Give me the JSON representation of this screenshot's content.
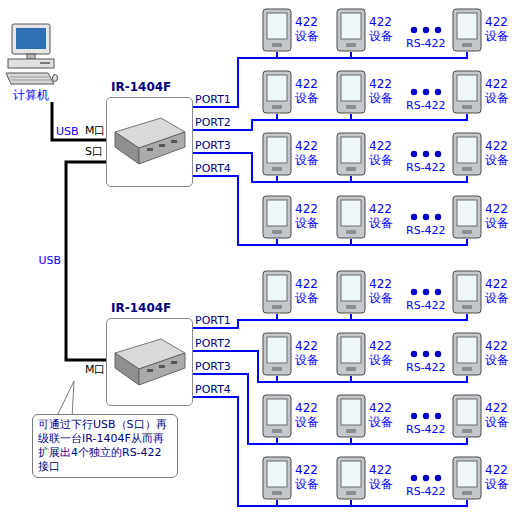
{
  "diagram": {
    "nodes": [
      {
        "text": [
          "计算机"
        ]
      },
      {
        "text": [
          "IR-1404F"
        ]
      },
      {
        "text": [
          "422 设备"
        ]
      },
      {
        "text": [
          "422 设备"
        ]
      },
      {
        "text": [
          "422 设备"
        ]
      },
      {
        "text": [
          "422 设备"
        ]
      },
      {
        "text": [
          "422 设备"
        ]
      },
      {
        "text": [
          "422 设备"
        ]
      },
      {
        "text": [
          "422 设备"
        ]
      },
      {
        "text": [
          "422 设备"
        ]
      },
      {
        "text": [
          "422 设备"
        ]
      },
      {
        "text": [
          "422 设备"
        ]
      },
      {
        "text": [
          "422 设备"
        ]
      },
      {
        "text": [
          "422 设备"
        ]
      },
      {
        "text": [
          "IR-1404F"
        ]
      },
      {
        "text": [
          "422 设备"
        ]
      },
      {
        "text": [
          "422 设备"
        ]
      },
      {
        "text": [
          "422 设备"
        ]
      },
      {
        "text": [
          "422 设备"
        ]
      },
      {
        "text": [
          "422 设备"
        ]
      },
      {
        "text": [
          "422 设备"
        ]
      },
      {
        "text": [
          "422 设备"
        ]
      },
      {
        "text": [
          "422 设备"
        ]
      },
      {
        "text": [
          "422 设备"
        ]
      },
      {
        "text": [
          "422 设备"
        ]
      },
      {
        "text": [
          "422 设备"
        ]
      },
      {
        "text": [
          "422 设备"
        ]
      },
      {
        "text": [
          "可通过下行USB（S口）再级联一台IR-1404F从而再扩展出4个独立的RS-422接口"
        ]
      }
    ],
    "edges": [
      {
        "from": 0,
        "to": 1,
        "label": "USB",
        "arrow": "none"
      },
      {
        "from": 1,
        "to": 14,
        "label": "USB",
        "arrow": "none"
      },
      {
        "from": 1,
        "to": 2,
        "label": "PORT1",
        "arrow": "none"
      },
      {
        "from": 1,
        "to": 3,
        "arrow": "none"
      },
      {
        "from": 1,
        "to": 4,
        "arrow": "none"
      },
      {
        "from": 1,
        "to": 5,
        "label": "PORT2",
        "arrow": "none"
      },
      {
        "from": 1,
        "to": 6,
        "arrow": "none"
      },
      {
        "from": 1,
        "to": 7,
        "arrow": "none"
      },
      {
        "from": 1,
        "to": 8,
        "label": "PORT3",
        "arrow": "none"
      },
      {
        "from": 1,
        "to": 9,
        "arrow": "none"
      },
      {
        "from": 1,
        "to": 10,
        "arrow": "none"
      },
      {
        "from": 1,
        "to": 11,
        "label": "PORT4",
        "arrow": "none"
      },
      {
        "from": 1,
        "to": 12,
        "arrow": "none"
      },
      {
        "from": 1,
        "to": 13,
        "arrow": "none"
      },
      {
        "from": 14,
        "to": 15,
        "label": "PORT1",
        "arrow": "none"
      },
      {
        "from": 14,
        "to": 16,
        "arrow": "none"
      },
      {
        "from": 14,
        "to": 17,
        "arrow": "none"
      },
      {
        "from": 14,
        "to": 18,
        "label": "PORT2",
        "arrow": "none"
      },
      {
        "from": 14,
        "to": 19,
        "arrow": "none"
      },
      {
        "from": 14,
        "to": 20,
        "arrow": "none"
      },
      {
        "from": 14,
        "to": 21,
        "label": "PORT3",
        "arrow": "none"
      },
      {
        "from": 14,
        "to": 22,
        "arrow": "none"
      },
      {
        "from": 14,
        "to": 23,
        "arrow": "none"
      },
      {
        "from": 14,
        "to": 24,
        "label": "PORT4",
        "arrow": "none"
      },
      {
        "from": 14,
        "to": 25,
        "arrow": "none"
      },
      {
        "from": 14,
        "to": 26,
        "arrow": "none"
      }
    ],
    "labels": [
      "M口",
      "S口",
      "RS-422",
      "RS-422",
      "RS-422",
      "RS-422",
      "M口",
      "RS-422",
      "RS-422",
      "RS-422",
      "RS-422"
    ]
  }
}
